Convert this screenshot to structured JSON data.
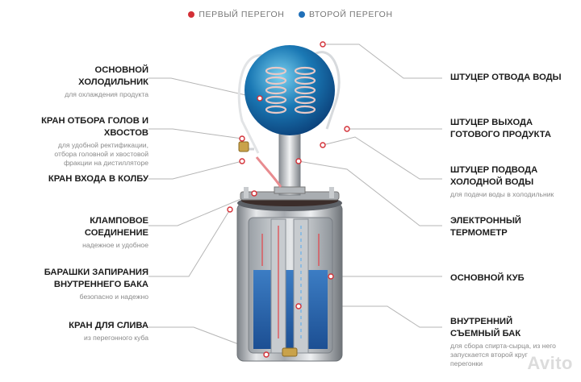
{
  "legend": {
    "first": {
      "label": "ПЕРВЫЙ ПЕРЕГОН",
      "color": "#d32f36"
    },
    "second": {
      "label": "ВТОРОЙ ПЕРЕГОН",
      "color": "#1f6fb8"
    }
  },
  "labels_left": [
    {
      "id": "main-cooler",
      "title": "ОСНОВНОЙ\nХОЛОДИЛЬНИК",
      "sub": "для охлаждения продукта"
    },
    {
      "id": "heads-tap",
      "title": "КРАН ОТБОРА ГОЛОВ И\nХВОСТОВ",
      "sub": "для удобной ректификации,\nотбора головной и хвостовой\nфракции на дистилляторе"
    },
    {
      "id": "inlet-tap",
      "title": "КРАН ВХОДА В КОЛБУ",
      "sub": ""
    },
    {
      "id": "clamp",
      "title": "КЛАМПОВОЕ\nСОЕДИНЕНИЕ",
      "sub": "надежное и удобное"
    },
    {
      "id": "wingnuts",
      "title": "БАРАШКИ ЗАПИРАНИЯ\nВНУТРЕННЕГО БАКА",
      "sub": "безопасно и надежно"
    },
    {
      "id": "drain-tap",
      "title": "КРАН ДЛЯ СЛИВА",
      "sub": "из перегонного куба"
    }
  ],
  "labels_right": [
    {
      "id": "water-out",
      "title": "ШТУЦЕР ОТВОДА ВОДЫ",
      "sub": ""
    },
    {
      "id": "product-out",
      "title": "ШТУЦЕР ВЫХОДА\nГОТОВОГО ПРОДУКТА",
      "sub": ""
    },
    {
      "id": "water-in",
      "title": "ШТУЦЕР ПОДВОДА\nХОЛОДНОЙ ВОДЫ",
      "sub": "для подачи воды в холодильник"
    },
    {
      "id": "thermometer",
      "title": "ЭЛЕКТРОННЫЙ\nТЕРМОМЕТР",
      "sub": ""
    },
    {
      "id": "main-cube",
      "title": "ОСНОВНОЙ КУБ",
      "sub": ""
    },
    {
      "id": "inner-tank",
      "title": "ВНУТРЕННИЙ\nСЪЕМНЫЙ БАК",
      "sub": "для сбора спирта-сырца, из него\nзапускается второй круг\nперегонки"
    }
  ],
  "watermark": "Avito",
  "icons": [
    "legend-red-dot",
    "legend-blue-dot",
    "pointer-dot-icon",
    "avito-logo"
  ]
}
